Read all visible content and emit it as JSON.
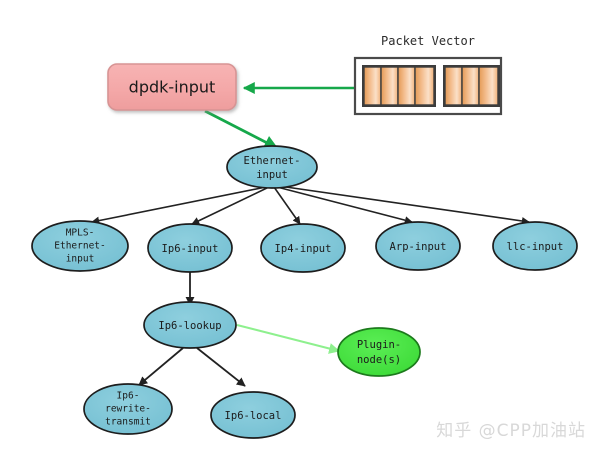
{
  "diagram": {
    "title_block": {
      "packet_vector_label": "Packet Vector"
    },
    "colors": {
      "node_blue_fill": "#7cc3d6",
      "node_blue_stroke": "#1d1d1d",
      "node_green_fill": "#44e13f",
      "node_green_stroke": "#1d7a1d",
      "dpdk_fill_top": "#f5adad",
      "dpdk_fill_bottom": "#efa0a0",
      "dpdk_stroke": "#d08d8d",
      "edge_black": "#222222",
      "edge_green": "#16a84a",
      "edge_light_green": "#8ef08e",
      "packet_cell_fill": "#f0b27a",
      "packet_box_stroke": "#555555",
      "background": "#ffffff",
      "watermark": "#d8d8d8"
    },
    "nodes": {
      "dpdk_input": {
        "label": "dpdk-input",
        "shape": "rounded-rect",
        "color": "pink"
      },
      "ethernet_input": {
        "label_lines": [
          "Ethernet-",
          "input"
        ],
        "shape": "ellipse",
        "color": "blue"
      },
      "mpls_ethernet_input": {
        "label_lines": [
          "MPLS-",
          "Ethernet-",
          "input"
        ],
        "shape": "ellipse",
        "color": "blue"
      },
      "ip6_input": {
        "label_lines": [
          "Ip6-input"
        ],
        "shape": "ellipse",
        "color": "blue"
      },
      "ip4_input": {
        "label_lines": [
          "Ip4-input"
        ],
        "shape": "ellipse",
        "color": "blue"
      },
      "arp_input": {
        "label_lines": [
          "Arp-input"
        ],
        "shape": "ellipse",
        "color": "blue"
      },
      "llc_input": {
        "label_lines": [
          "llc-input"
        ],
        "shape": "ellipse",
        "color": "blue"
      },
      "ip6_lookup": {
        "label_lines": [
          "Ip6-lookup"
        ],
        "shape": "ellipse",
        "color": "blue"
      },
      "plugin_nodes": {
        "label_lines": [
          "Plugin-",
          "node(s)"
        ],
        "shape": "ellipse",
        "color": "green"
      },
      "ip6_rewrite_transmit": {
        "label_lines": [
          "Ip6-",
          "rewrite-",
          "transmit"
        ],
        "shape": "ellipse",
        "color": "blue"
      },
      "ip6_local": {
        "label_lines": [
          "Ip6-local"
        ],
        "shape": "ellipse",
        "color": "blue"
      }
    },
    "packet_vector": {
      "groups": [
        {
          "cells": 4
        },
        {
          "cells": 3
        }
      ]
    },
    "edges": [
      {
        "from": "packet-vector",
        "to": "dpdk-input",
        "color": "green"
      },
      {
        "from": "dpdk-input",
        "to": "ethernet-input",
        "color": "green"
      },
      {
        "from": "ethernet-input",
        "to": "mpls-ethernet-input",
        "color": "black"
      },
      {
        "from": "ethernet-input",
        "to": "ip6-input",
        "color": "black"
      },
      {
        "from": "ethernet-input",
        "to": "ip4-input",
        "color": "black"
      },
      {
        "from": "ethernet-input",
        "to": "arp-input",
        "color": "black"
      },
      {
        "from": "ethernet-input",
        "to": "llc-input",
        "color": "black"
      },
      {
        "from": "ip6-input",
        "to": "ip6-lookup",
        "color": "black"
      },
      {
        "from": "ip6-lookup",
        "to": "plugin-nodes",
        "color": "light-green"
      },
      {
        "from": "ip6-lookup",
        "to": "ip6-rewrite-transmit",
        "color": "black"
      },
      {
        "from": "ip6-lookup",
        "to": "ip6-local",
        "color": "black"
      }
    ],
    "watermark": "知乎 @CPP加油站"
  }
}
